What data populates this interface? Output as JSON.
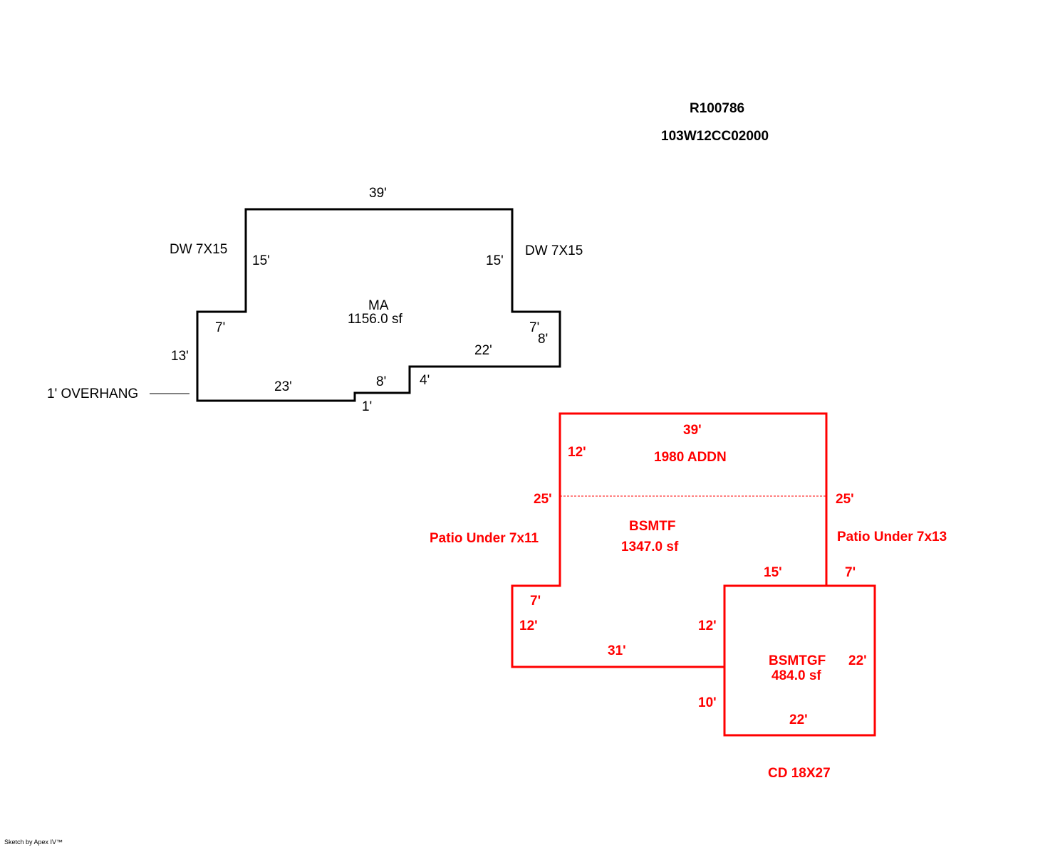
{
  "header": {
    "parcel_id": "R100786",
    "map_number": "103W12CC02000"
  },
  "colors": {
    "main_area": "#000000",
    "basement": "#ff0000"
  },
  "main_area": {
    "code": "MA",
    "area": "1156.0 sf",
    "dims": {
      "top": "39'",
      "left_upper": "15'",
      "right_upper": "15'",
      "left_step": "7'",
      "right_step": "7'",
      "right_lower": "8'",
      "lower_right": "22'",
      "left_lower": "13'",
      "bottom_left": "23'",
      "bottom_mid": "8'",
      "notch": "1'",
      "step_down": "4'"
    },
    "notes": {
      "dw_left": "DW 7X15",
      "dw_right": "DW 7X15",
      "overhang": "1' OVERHANG"
    }
  },
  "basement": {
    "code": "BSMTF",
    "area": "1347.0 sf",
    "addition": "1980 ADDN",
    "dims": {
      "top": "39'",
      "left_top": "12'",
      "left_mid": "25'",
      "right_mid": "25'",
      "inner_top": "15'",
      "right_step": "7'",
      "left_step": "7'",
      "left_lower": "12'",
      "inner_left": "12'",
      "bottom": "31'",
      "inner_lower": "10'"
    },
    "notes": {
      "patio_left": "Patio Under 7x11",
      "patio_right": "Patio Under 7x13",
      "deck": "CD 18X27"
    }
  },
  "garage": {
    "code": "BSMTGF",
    "area": "484.0 sf",
    "dims": {
      "right": "22'",
      "bottom": "22'"
    }
  },
  "footer": {
    "credit": "Sketch by Apex IV™"
  }
}
